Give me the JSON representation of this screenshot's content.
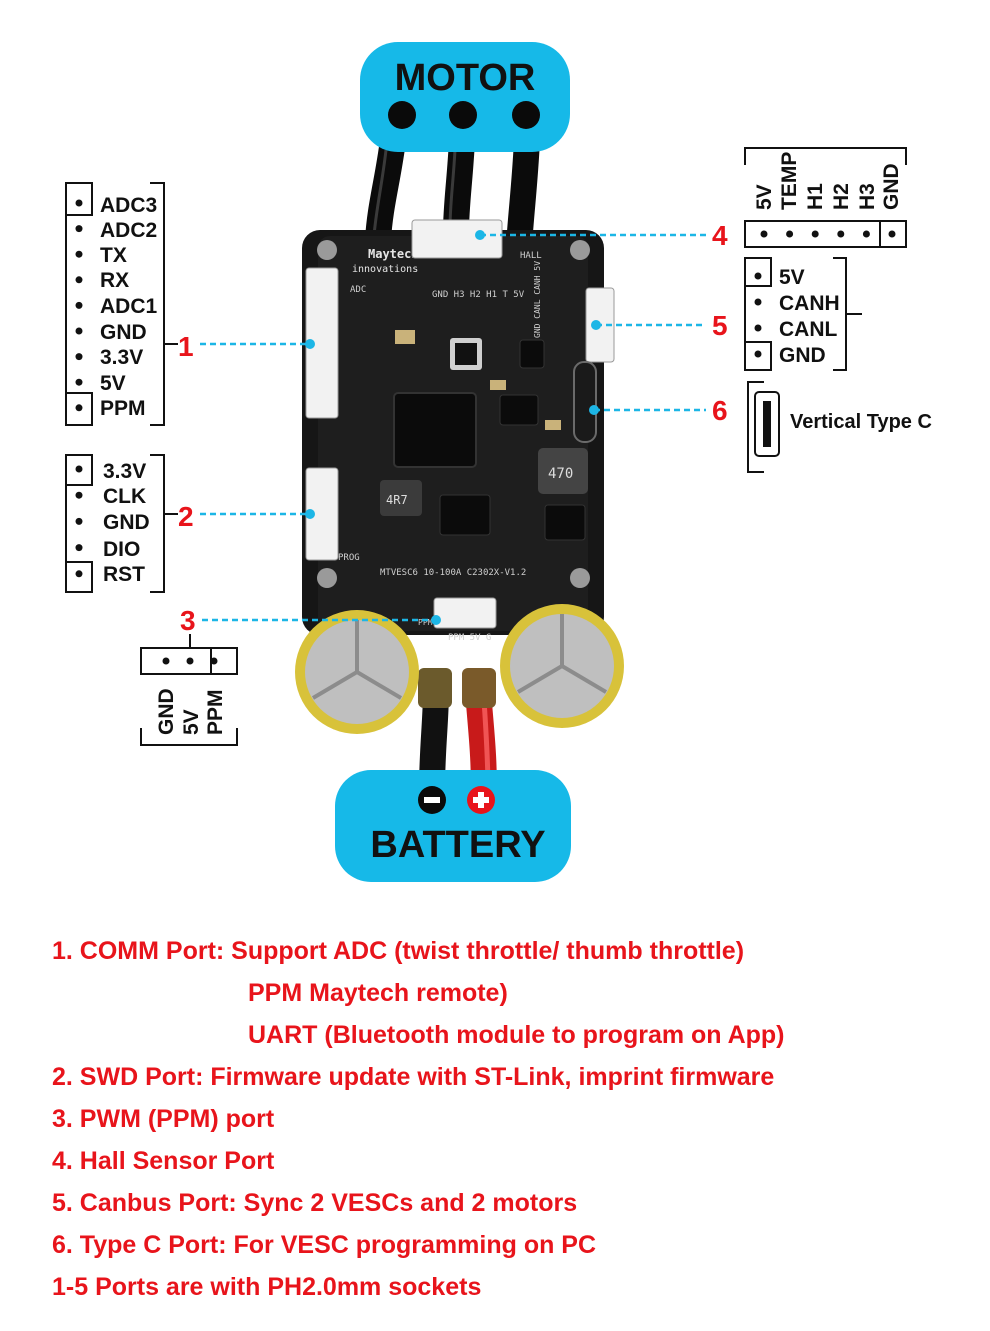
{
  "motor": {
    "label": "MOTOR"
  },
  "battery": {
    "label": "BATTERY",
    "negative_symbol": "minus-icon",
    "positive_symbol": "plus-icon"
  },
  "board": {
    "brand": "Maytech",
    "brand_sub": "innovations",
    "model_text": "MTVESC6 10-100A C2302X-V1.2",
    "inductor_text": "470",
    "inductor_small_text": "4R7",
    "hall_silk": "GND H3 H2 H1 T 5V",
    "hall_tag": "HALL",
    "can_silk": "GND CANL CANH 5V",
    "ppm_silk": "PPM 5V G",
    "ppm_tag": "PPM",
    "comm_silk": "ADC",
    "swd_silk": "PROG"
  },
  "ports": {
    "comm": {
      "number": "1",
      "pins": [
        "ADC3",
        "ADC2",
        "TX",
        "RX",
        "ADC1",
        "GND",
        "3.3V",
        "5V",
        "PPM"
      ]
    },
    "swd": {
      "number": "2",
      "pins": [
        "3.3V",
        "CLK",
        "GND",
        "DIO",
        "RST"
      ]
    },
    "ppm": {
      "number": "3",
      "pins": [
        "GND",
        "5V",
        "PPM"
      ]
    },
    "hall": {
      "number": "4",
      "pins": [
        "5V",
        "TEMP",
        "H1",
        "H2",
        "H3",
        "GND"
      ]
    },
    "can": {
      "number": "5",
      "pins": [
        "5V",
        "CANH",
        "CANL",
        "GND"
      ]
    },
    "typec": {
      "number": "6",
      "label": "Vertical Type C"
    }
  },
  "colors": {
    "pill": "#16b9e8",
    "accent_red": "#e8141b",
    "dash": "#1cb6e6",
    "pcb": "#161616"
  },
  "notes": [
    {
      "text": "1. COMM Port: Support ADC (twist throttle/ thumb throttle)",
      "indent": false
    },
    {
      "text": "PPM  Maytech remote)",
      "indent": true
    },
    {
      "text": "UART (Bluetooth module to program on App)",
      "indent": true
    },
    {
      "text": "2. SWD Port: Firmware update with ST-Link, imprint firmware",
      "indent": false
    },
    {
      "text": "3. PWM (PPM) port",
      "indent": false
    },
    {
      "text": "4. Hall Sensor Port",
      "indent": false
    },
    {
      "text": "5. Canbus Port: Sync 2 VESCs and 2 motors",
      "indent": false
    },
    {
      "text": "6. Type C Port: For VESC programming on PC",
      "indent": false
    },
    {
      "text": "1-5 Ports are with PH2.0mm sockets",
      "indent": false
    }
  ]
}
